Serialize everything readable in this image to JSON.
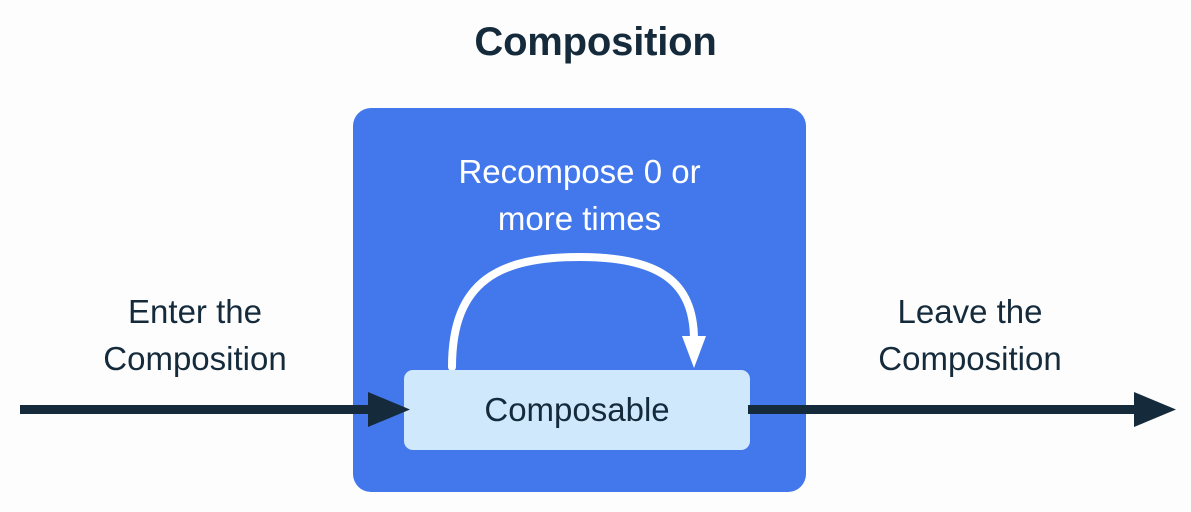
{
  "title": "Composition",
  "colors": {
    "background": "#fdfdfd",
    "navy": "#152b3b",
    "blue": "#4278ec",
    "light_blue": "#d0e8fc",
    "white": "#ffffff"
  },
  "composition_box": {
    "recompose_caption": {
      "line1": "Recompose 0 or",
      "line2": "more times"
    },
    "recompose_arrow_icon": "curved-loop-arrow-icon",
    "composable": {
      "label": "Composable"
    }
  },
  "enter": {
    "line1": "Enter the",
    "line2": "Composition",
    "arrow_icon": "right-arrow-icon"
  },
  "leave": {
    "line1": "Leave the",
    "line2": "Composition",
    "arrow_icon": "right-arrow-icon"
  }
}
